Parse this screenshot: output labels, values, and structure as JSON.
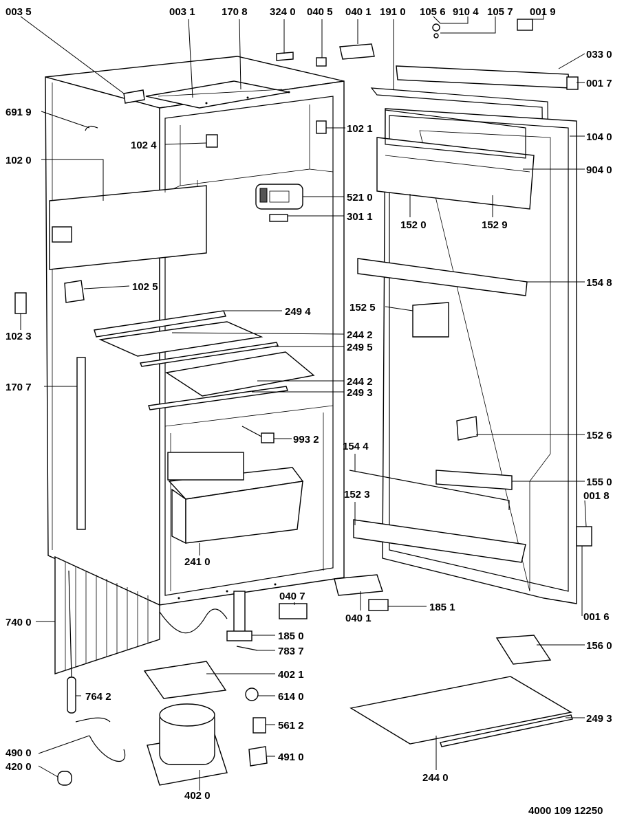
{
  "labels": [
    {
      "id": "p0035",
      "text": "003 5"
    },
    {
      "id": "p0031",
      "text": "003 1"
    },
    {
      "id": "p1708",
      "text": "170 8"
    },
    {
      "id": "p3240",
      "text": "324 0"
    },
    {
      "id": "p0405",
      "text": "040 5"
    },
    {
      "id": "p0401t",
      "text": "040 1"
    },
    {
      "id": "p1910",
      "text": "191 0"
    },
    {
      "id": "p1056",
      "text": "105 6"
    },
    {
      "id": "p9104",
      "text": "910 4"
    },
    {
      "id": "p1057",
      "text": "105 7"
    },
    {
      "id": "p0019",
      "text": "001 9"
    },
    {
      "id": "p0330",
      "text": "033 0"
    },
    {
      "id": "p0017",
      "text": "001 7"
    },
    {
      "id": "p6919",
      "text": "691 9"
    },
    {
      "id": "p1021",
      "text": "102 1"
    },
    {
      "id": "p1040",
      "text": "104 0"
    },
    {
      "id": "p1024",
      "text": "102 4"
    },
    {
      "id": "p1020",
      "text": "102 0"
    },
    {
      "id": "p9040",
      "text": "904 0"
    },
    {
      "id": "p5210",
      "text": "521 0"
    },
    {
      "id": "p3011",
      "text": "301 1"
    },
    {
      "id": "p1520",
      "text": "152 0"
    },
    {
      "id": "p1529",
      "text": "152 9"
    },
    {
      "id": "p1025",
      "text": "102 5"
    },
    {
      "id": "p1548",
      "text": "154 8"
    },
    {
      "id": "p1023",
      "text": "102 3"
    },
    {
      "id": "p2494",
      "text": "249 4"
    },
    {
      "id": "p1525",
      "text": "152 5"
    },
    {
      "id": "p2442a",
      "text": "244 2"
    },
    {
      "id": "p2495",
      "text": "249 5"
    },
    {
      "id": "p1707",
      "text": "170 7"
    },
    {
      "id": "p2442b",
      "text": "244 2"
    },
    {
      "id": "p2493a",
      "text": "249 3"
    },
    {
      "id": "p9932",
      "text": "993 2"
    },
    {
      "id": "p1526",
      "text": "152 6"
    },
    {
      "id": "p1544",
      "text": "154 4"
    },
    {
      "id": "p1550",
      "text": "155 0"
    },
    {
      "id": "p1523",
      "text": "152 3"
    },
    {
      "id": "p0018",
      "text": "001 8"
    },
    {
      "id": "p2410",
      "text": "241 0"
    },
    {
      "id": "p0407",
      "text": "040 7"
    },
    {
      "id": "p1851",
      "text": "185 1"
    },
    {
      "id": "p0401b",
      "text": "040 1"
    },
    {
      "id": "p7400",
      "text": "740 0"
    },
    {
      "id": "p1850",
      "text": "185 0"
    },
    {
      "id": "p0016",
      "text": "001 6"
    },
    {
      "id": "p7837",
      "text": "783 7"
    },
    {
      "id": "p1560",
      "text": "156 0"
    },
    {
      "id": "p4021",
      "text": "402 1"
    },
    {
      "id": "p7642",
      "text": "764 2"
    },
    {
      "id": "p6140",
      "text": "614 0"
    },
    {
      "id": "p2493b",
      "text": "249 3"
    },
    {
      "id": "p5612",
      "text": "561 2"
    },
    {
      "id": "p4900",
      "text": "490 0"
    },
    {
      "id": "p4910",
      "text": "491 0"
    },
    {
      "id": "p4200",
      "text": "420 0"
    },
    {
      "id": "p2440",
      "text": "244 0"
    },
    {
      "id": "p4020",
      "text": "402 0"
    }
  ],
  "document_id": "4000 109 12250"
}
